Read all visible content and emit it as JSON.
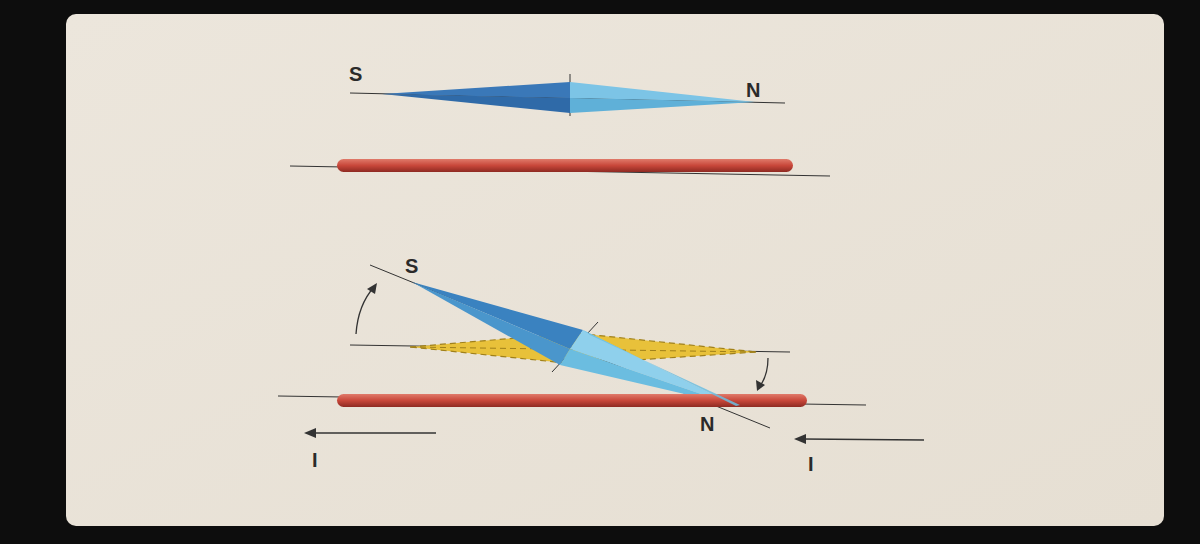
{
  "diagram": {
    "labels": [
      "S",
      "N",
      "S",
      "N",
      "I",
      "I"
    ]
  }
}
